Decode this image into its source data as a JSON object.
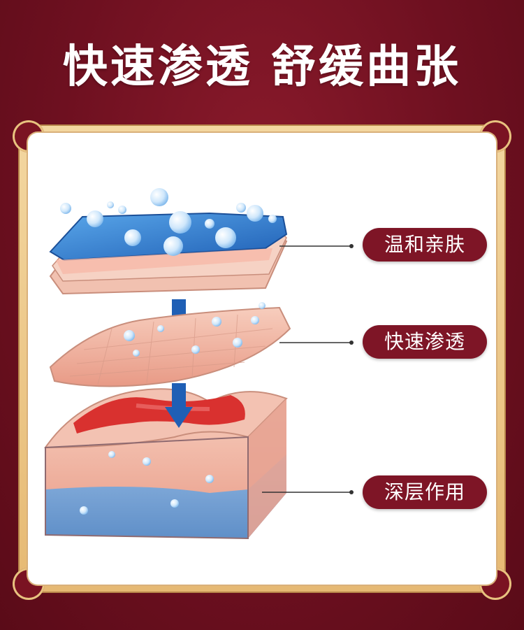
{
  "headline": "快速渗透 舒缓曲张",
  "labels": {
    "layer1": "温和亲肤",
    "layer2": "快速渗透",
    "layer3": "深层作用"
  },
  "colors": {
    "background": "#6e1020",
    "frame": "#e6b973",
    "label_bg": "#7e1526",
    "gel_blue": "#2f7ad1",
    "skin_pink": "#f3b8a6",
    "blood_red": "#d9312f"
  }
}
